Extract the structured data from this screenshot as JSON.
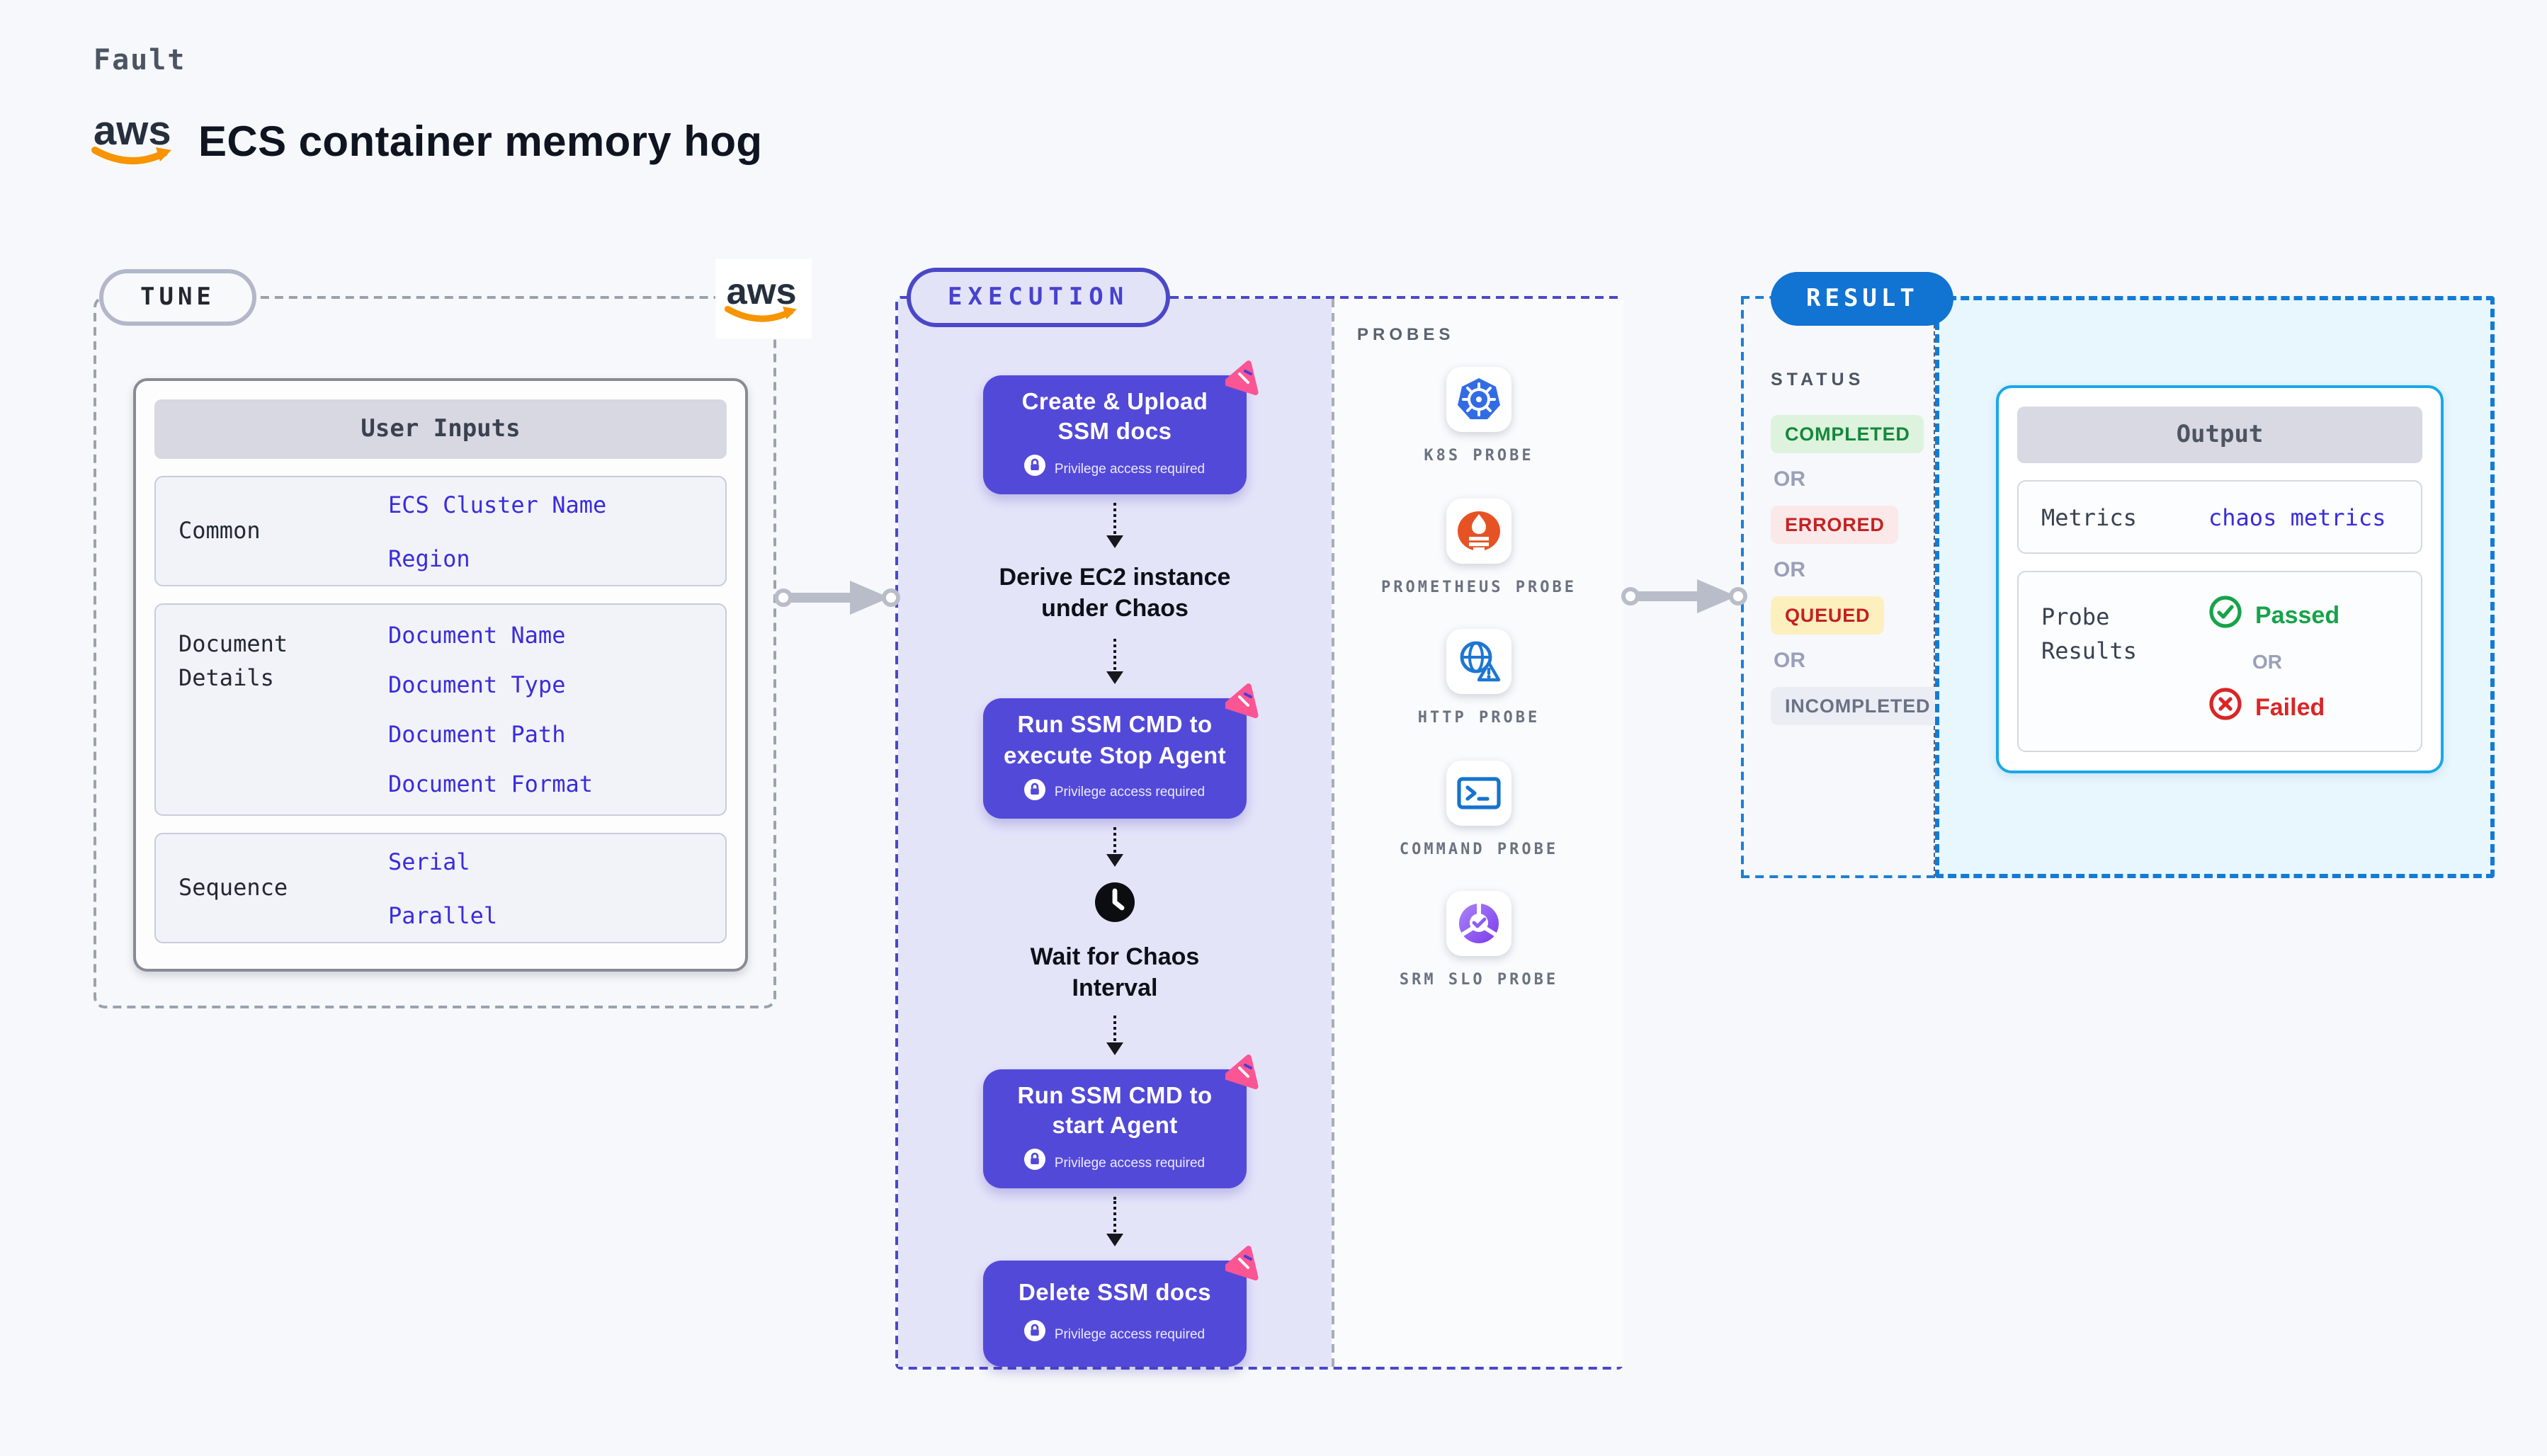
{
  "header": {
    "kind_label": "Fault",
    "title": "ECS container memory hog"
  },
  "tune": {
    "label": "TUNE",
    "table": {
      "header": "User Inputs",
      "rows": [
        {
          "label": "Common",
          "values": [
            "ECS Cluster Name",
            "Region"
          ]
        },
        {
          "label": "Document Details",
          "values": [
            "Document Name",
            "Document Type",
            "Document Path",
            "Document Format"
          ]
        },
        {
          "label": "Sequence",
          "values": [
            "Serial",
            "Parallel"
          ]
        }
      ]
    }
  },
  "execution": {
    "label": "EXECUTION",
    "privilege_label": "Privilege access required",
    "flow": [
      {
        "type": "action",
        "label": "Create & Upload SSM docs"
      },
      {
        "type": "text",
        "label": "Derive EC2 instance under Chaos"
      },
      {
        "type": "action",
        "label": "Run SSM CMD to execute Stop Agent"
      },
      {
        "type": "wait",
        "label": "Wait for Chaos Interval"
      },
      {
        "type": "action",
        "label": "Run SSM CMD to start Agent"
      },
      {
        "type": "action",
        "label": "Delete SSM docs"
      }
    ],
    "probes": {
      "label": "PROBES",
      "items": [
        {
          "name": "K8S PROBE",
          "icon": "kubernetes-icon"
        },
        {
          "name": "PROMETHEUS PROBE",
          "icon": "prometheus-icon"
        },
        {
          "name": "HTTP PROBE",
          "icon": "globe-warning-icon"
        },
        {
          "name": "COMMAND PROBE",
          "icon": "terminal-icon"
        },
        {
          "name": "SRM SLO PROBE",
          "icon": "slo-gauge-icon"
        }
      ]
    }
  },
  "result": {
    "label": "RESULT",
    "status": {
      "label": "STATUS",
      "or_label": "OR",
      "badges": [
        "COMPLETED",
        "ERRORED",
        "QUEUED",
        "INCOMPLETED"
      ]
    },
    "output": {
      "header": "Output",
      "metrics_label": "Metrics",
      "metrics_value": "chaos metrics",
      "probe_results_label": "Probe Results",
      "passed_label": "Passed",
      "or_label": "OR",
      "failed_label": "Failed"
    }
  },
  "colors": {
    "accent_indigo": "#5349d8",
    "execution_border": "#4a48c8",
    "lavender_bg": "#e4e4f9",
    "result_blue": "#1173d2",
    "output_border_cyan": "#19a8e9",
    "output_bg": "#e8f6fd",
    "value_blue": "#3a2cdb",
    "litmus_pink": "#fb5593",
    "aws_orange": "#f79400",
    "completed_green": "#15883a",
    "errored_red": "#c52222",
    "queued_yellow_bg": "#fdf0bf",
    "incompleted_gray": "#6b7285",
    "passed_green": "#16a34a",
    "failed_red": "#d92626"
  }
}
